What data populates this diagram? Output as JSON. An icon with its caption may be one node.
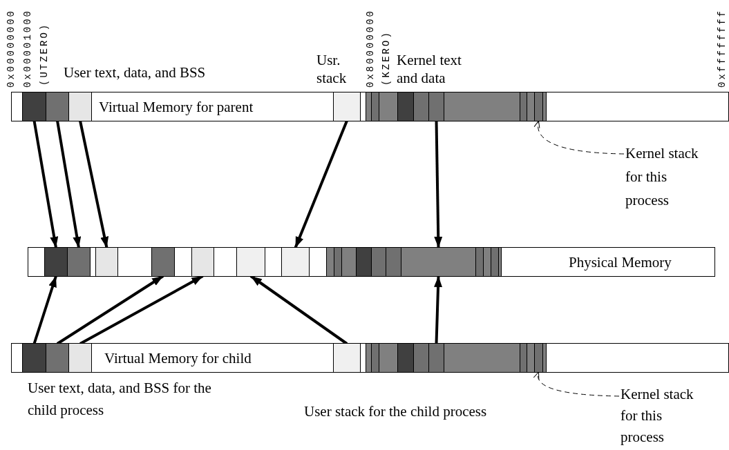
{
  "diagram": {
    "nodes": [
      {
        "text": [
          "Virtual Memory for parent"
        ]
      },
      {
        "text": [],
        "shape": "box",
        "in": 0
      },
      {
        "text": [],
        "shape": "box",
        "in": 0
      },
      {
        "text": [],
        "shape": "box",
        "in": 0
      },
      {
        "text": [],
        "shape": "box",
        "in": 0
      },
      {
        "text": [],
        "shape": "box",
        "in": 0
      },
      {
        "text": [],
        "shape": "box",
        "in": 0
      },
      {
        "text": [],
        "shape": "box",
        "in": 0
      },
      {
        "text": [],
        "shape": "box",
        "in": 0
      },
      {
        "text": [],
        "shape": "box",
        "in": 0
      },
      {
        "text": [],
        "shape": "box",
        "in": 0
      },
      {
        "text": [],
        "shape": "box",
        "in": 0
      },
      {
        "text": [],
        "shape": "box",
        "in": 0
      },
      {
        "text": [],
        "shape": "box",
        "in": 0
      },
      {
        "text": [],
        "shape": "box",
        "in": 0
      },
      {
        "text": [],
        "shape": "box",
        "in": 0
      },
      {
        "text": [
          "Kernel stack for this process"
        ]
      },
      {
        "text": [
          "Physical Memory"
        ]
      },
      {
        "text": [],
        "shape": "box",
        "in": 17
      },
      {
        "text": [],
        "shape": "box",
        "in": 17
      },
      {
        "text": [],
        "shape": "box",
        "in": 17
      },
      {
        "text": [],
        "shape": "box",
        "in": 17
      },
      {
        "text": [],
        "shape": "box",
        "in": 17
      },
      {
        "text": [],
        "shape": "box",
        "in": 17
      },
      {
        "text": [],
        "shape": "box",
        "in": 17
      },
      {
        "text": [],
        "shape": "box",
        "in": 17
      },
      {
        "text": [],
        "shape": "box",
        "in": 17
      },
      {
        "text": [],
        "shape": "box",
        "in": 17
      },
      {
        "text": [],
        "shape": "box",
        "in": 17
      },
      {
        "text": [],
        "shape": "box",
        "in": 17
      },
      {
        "text": [],
        "shape": "box",
        "in": 17
      },
      {
        "text": [],
        "shape": "box",
        "in": 17
      },
      {
        "text": [],
        "shape": "box",
        "in": 17
      },
      {
        "text": [],
        "shape": "box",
        "in": 17
      },
      {
        "text": [],
        "shape": "box",
        "in": 17
      },
      {
        "text": [],
        "shape": "box",
        "in": 17
      },
      {
        "text": [
          "Virtual Memory for child"
        ]
      },
      {
        "text": [],
        "shape": "box",
        "in": 36
      },
      {
        "text": [],
        "shape": "box",
        "in": 36
      },
      {
        "text": [],
        "shape": "box",
        "in": 36
      },
      {
        "text": [],
        "shape": "box",
        "in": 36
      },
      {
        "text": [],
        "shape": "box",
        "in": 36
      },
      {
        "text": [],
        "shape": "box",
        "in": 36
      },
      {
        "text": [],
        "shape": "box",
        "in": 36
      },
      {
        "text": [],
        "shape": "box",
        "in": 36
      },
      {
        "text": [],
        "shape": "box",
        "in": 36
      },
      {
        "text": [],
        "shape": "box",
        "in": 36
      },
      {
        "text": [],
        "shape": "box",
        "in": 36
      },
      {
        "text": [],
        "shape": "box",
        "in": 36
      },
      {
        "text": [],
        "shape": "box",
        "in": 36
      },
      {
        "text": [],
        "shape": "box",
        "in": 36
      },
      {
        "text": [],
        "shape": "box",
        "in": 36
      },
      {
        "text": [
          "Kernel stack for this process"
        ]
      }
    ],
    "edges": [
      {
        "from": 1,
        "to": 18,
        "arrow": "to"
      },
      {
        "from": 2,
        "to": 19,
        "arrow": "to"
      },
      {
        "from": 3,
        "to": 20,
        "arrow": "to"
      },
      {
        "from": 4,
        "to": 24,
        "arrow": "to"
      },
      {
        "from": 10,
        "to": 31,
        "arrow": "to"
      },
      {
        "from": 16,
        "to": 14,
        "arrow": "to",
        "style": "dashed"
      },
      {
        "from": 37,
        "to": 18,
        "arrow": "to"
      },
      {
        "from": 38,
        "to": 21,
        "arrow": "to"
      },
      {
        "from": 39,
        "to": 22,
        "arrow": "to"
      },
      {
        "from": 40,
        "to": 23,
        "arrow": "to"
      },
      {
        "from": 46,
        "to": 31,
        "arrow": "to"
      },
      {
        "from": 52,
        "to": 50,
        "arrow": "to",
        "style": "dashed"
      }
    ],
    "labels": [
      "0x00000000",
      "0x00001000",
      "(UTZERO)",
      "User text, data, and BSS",
      "Usr. stack",
      "0x80000000",
      "(KZERO)",
      "Kernel text and data",
      "0xffffffff",
      "User text, data, and BSS for the child process",
      "User stack for the child process"
    ]
  }
}
